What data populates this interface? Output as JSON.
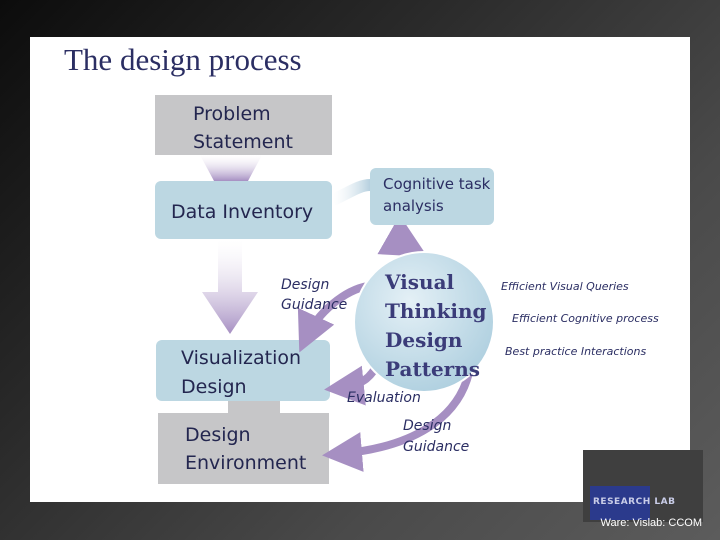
{
  "slide": {
    "title": "The design process",
    "credit": "Ware: Vislab: CCOM",
    "logo_text": "RESEARCH LAB"
  },
  "boxes": {
    "problem_statement": [
      "Problem",
      "Statement"
    ],
    "data_inventory": "Data Inventory",
    "cognitive_task_analysis": [
      "Cognitive task",
      "analysis"
    ],
    "visualization_design": [
      "Visualization",
      "Design"
    ],
    "design_environment": [
      "Design",
      "Environment"
    ]
  },
  "hub": {
    "lines": [
      "Visual",
      "Thinking",
      "Design",
      "Patterns"
    ]
  },
  "benefits": [
    "Efficient Visual Queries",
    "Efficient Cognitive process",
    "Best practice Interactions"
  ],
  "labels": {
    "design_guidance_upper": [
      "Design",
      "Guidance"
    ],
    "evaluation": "Evaluation",
    "design_guidance_lower": [
      "Design",
      "Guidance"
    ]
  },
  "colors": {
    "gray_box": "#c6c6c8",
    "blue_box": "#bcd7e2",
    "arrow": "#a68fc2",
    "hub": "#c5dde8",
    "title": "#2b2e63"
  }
}
